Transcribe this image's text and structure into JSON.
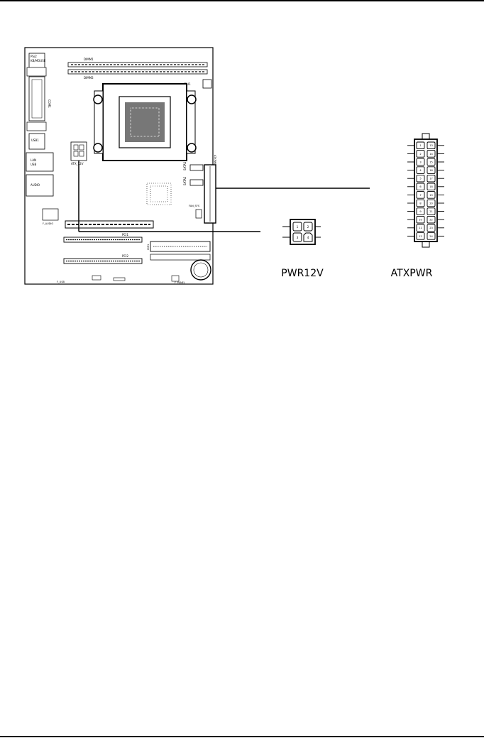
{
  "diagram": {
    "board": {
      "labels": {
        "ps2": "PS/2",
        "ps2_sub": "KB/MOUSE",
        "com": "COM1",
        "usb": "USB1",
        "lan": "LAN",
        "lan_sub": "USB",
        "audio": "AUDIO",
        "dimm1": "DIMM1",
        "dimm2": "DIMM2",
        "cpu_fan": "CPU1",
        "sata1": "SATA1",
        "sata2": "SATA2",
        "sys_fan": "FAN_SYS",
        "ide": "IDE1",
        "pci1": "PCI1",
        "pci2": "PCI2",
        "pwr12v_label": "ATX_12V",
        "front_panel": "F_PANEL",
        "front_usb": "F_USB",
        "front_audio": "F_AUDIO",
        "atx_label": "ATXPWR"
      }
    },
    "connectors": {
      "pwr12v": {
        "label": "PWR12V",
        "pins": [
          "1",
          "2",
          "3",
          "4"
        ]
      },
      "atxpwr": {
        "label": "ATXPWR",
        "pins_left": [
          "1",
          "2",
          "3",
          "4",
          "5",
          "6",
          "7",
          "8",
          "9",
          "10",
          "11",
          "12"
        ],
        "pins_right": [
          "13",
          "14",
          "15",
          "16",
          "17",
          "18",
          "19",
          "20",
          "21",
          "22",
          "23",
          "24"
        ]
      }
    }
  }
}
